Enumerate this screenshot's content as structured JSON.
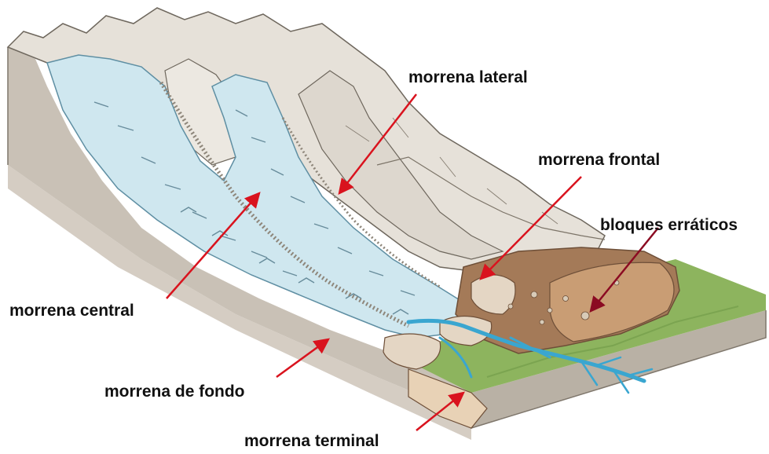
{
  "labels": {
    "lateral": "morrena lateral",
    "frontal": "morrena frontal",
    "erraticos": "bloques erráticos",
    "central": "morrena central",
    "fondo": "morrena de fondo",
    "terminal": "morrena terminal"
  },
  "colors": {
    "arrow_red": "#d9131e",
    "arrow_dark_red": "#8b0b22",
    "ice": "#cfe7ef",
    "water": "#3aa6d0",
    "moraine": "#a47a58",
    "rock": "#e6e1d9",
    "grass": "#8db45e"
  }
}
